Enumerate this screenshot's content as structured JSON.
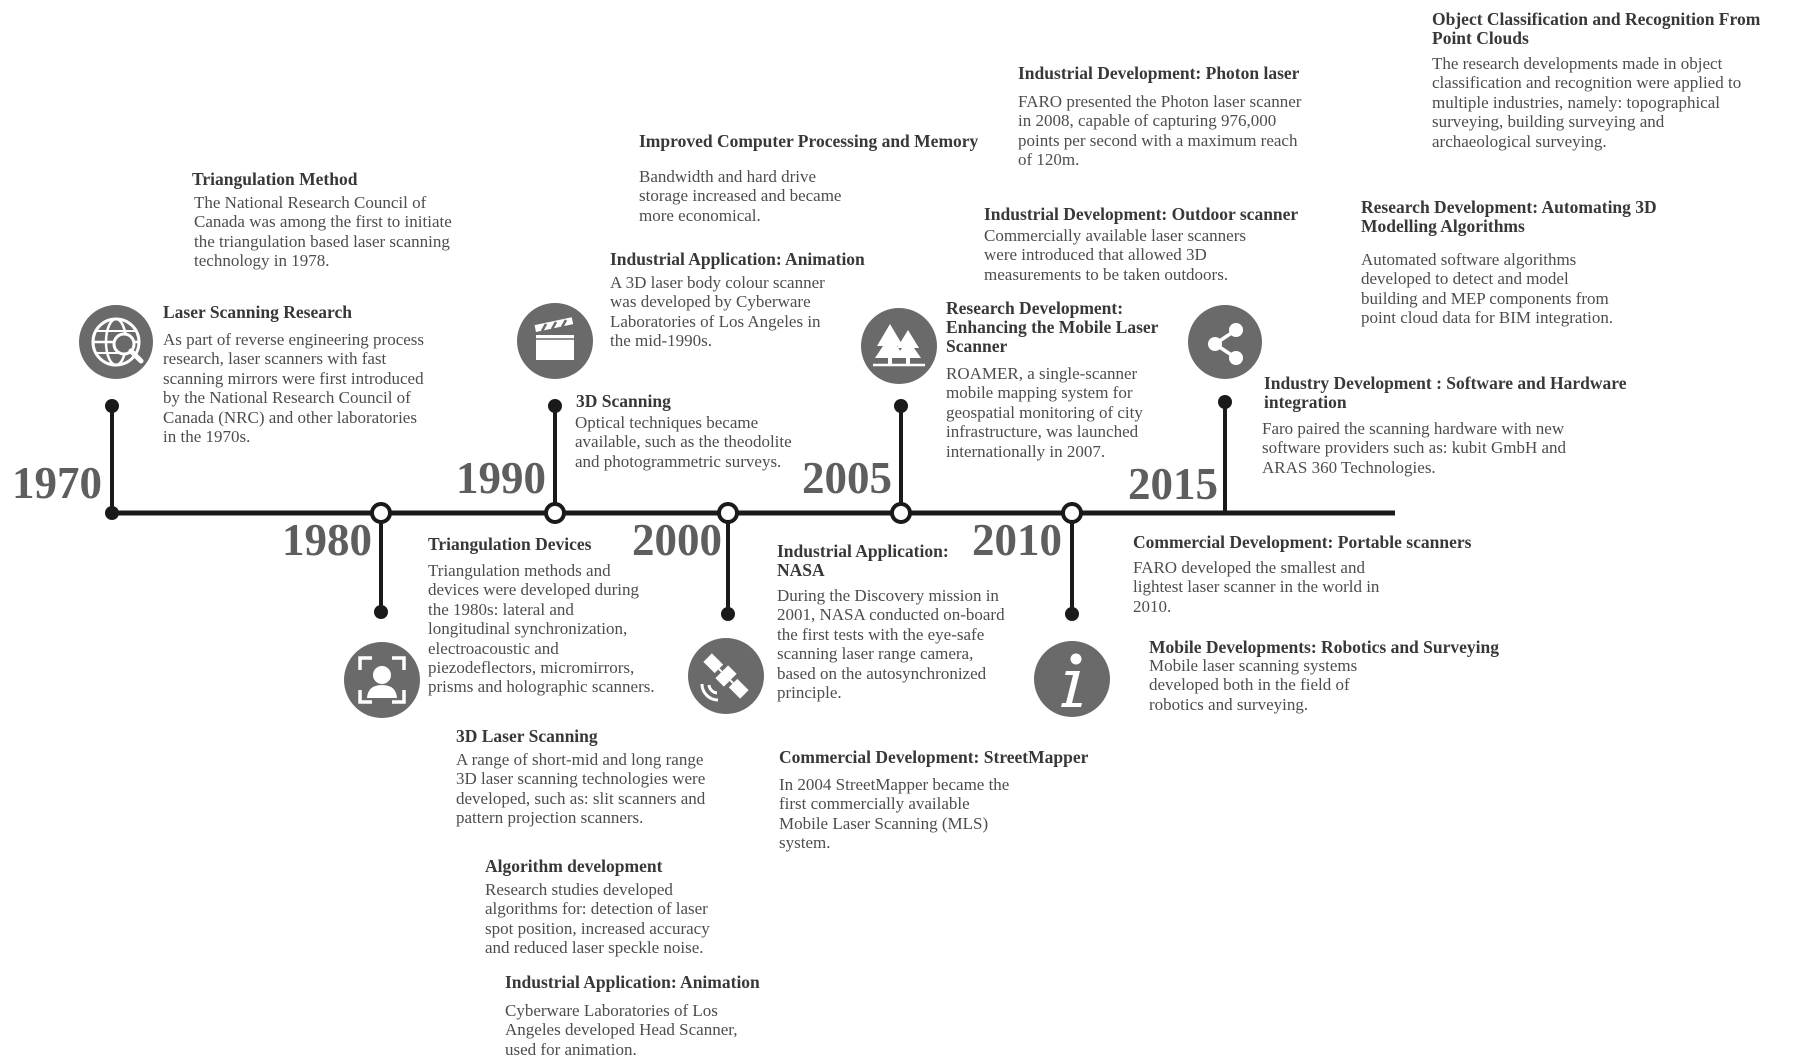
{
  "years": [
    "1970",
    "1980",
    "1990",
    "2000",
    "2005",
    "2010",
    "2015"
  ],
  "colors": {
    "line": "#1a1a1a",
    "icon_fill": "#6a6a6a",
    "year_text": "#5e5e5e"
  },
  "icons": [
    "globe-search-icon",
    "face-scan-icon",
    "clapperboard-icon",
    "satellite-icon",
    "trees-icon",
    "info-icon",
    "share-icon"
  ],
  "entries": [
    {
      "title": "Triangulation Method",
      "body": "The National Research Council of Canada was among the  first to initiate the triangulation  based  laser  scanning  technology in 1978."
    },
    {
      "title": "Laser Scanning Research",
      "body": "As part of reverse engineering process research, laser scanners with fast scanning mirrors were first introduced by the National Research Council of Canada (NRC) and other laboratories in the 1970s."
    },
    {
      "title": "Triangulation Devices",
      "body": "Triangulation methods and devices were developed during the 1980s: lateral and longitudinal synchronization, electroacoustic and piezodeflectors, micromirrors, prisms and holographic scanners."
    },
    {
      "title": "3D Laser Scanning",
      "body": "A range of short-mid and long range 3D laser scanning technologies were developed, such as: slit scanners and pattern projection scanners."
    },
    {
      "title": "Algorithm development",
      "body": "Research studies developed algorithms for: detection of laser spot position, increased accuracy and reduced laser speckle noise."
    },
    {
      "title": "Industrial Application: Animation",
      "body": "Cyberware Laboratories of Los Angeles developed Head Scanner, used for animation."
    },
    {
      "title": "Improved Computer Processing and Memory",
      "body": "Bandwidth and hard drive storage increased and became more economical."
    },
    {
      "title": "Industrial Application: Animation",
      "body": "A 3D laser body colour scanner was developed by Cyberware Laboratories of Los Angeles in the mid-1990s."
    },
    {
      "title": "3D Scanning",
      "body": "Optical techniques became available, such as the theodolite and photogrammetric surveys."
    },
    {
      "title": "Industrial Application: NASA",
      "body": "During the Discovery mission in 2001, NASA conducted on-board the first tests with the eye-safe scanning laser range camera, based on the autosynchronized principle."
    },
    {
      "title": "Commercial Development: StreetMapper",
      "body": "In 2004 StreetMapper became the first commercially available Mobile Laser Scanning (MLS) system."
    },
    {
      "title": "Industrial Development: Photon laser",
      "body": "FARO presented the Photon laser scanner in 2008, capable of capturing 976,000 points per second with a maximum reach of 120m."
    },
    {
      "title": "Industrial Development: Outdoor scanner",
      "body": "Commercially available laser scanners were introduced that allowed 3D measurements to be taken outdoors."
    },
    {
      "title": "Research Development: Enhancing the Mobile Laser Scanner",
      "body": "ROAMER, a single-scanner mobile mapping system for geospatial monitoring of city infrastructure, was launched internationally in 2007."
    },
    {
      "title": "Commercial Development: Portable scanners",
      "body": "FARO developed the smallest and lightest laser scanner in the world in 2010."
    },
    {
      "title": "Mobile Developments: Robotics and Surveying",
      "body": "Mobile laser scanning systems developed both in the field of robotics and surveying."
    },
    {
      "title": "Object Classification and Recognition From Point Clouds",
      "body": "The research developments made in object classification and recognition were applied to multiple industries, namely: topographical surveying, building surveying and archaeological surveying."
    },
    {
      "title": "Research Development: Automating 3D Modelling Algorithms",
      "body": "Automated software algorithms developed to detect and model building and MEP components from point cloud data for BIM integration."
    },
    {
      "title": "Industry Development : Software and Hardware integration",
      "body": "Faro paired the scanning hardware with new software providers such as: kubit GmbH and ARAS 360 Technologies."
    }
  ]
}
